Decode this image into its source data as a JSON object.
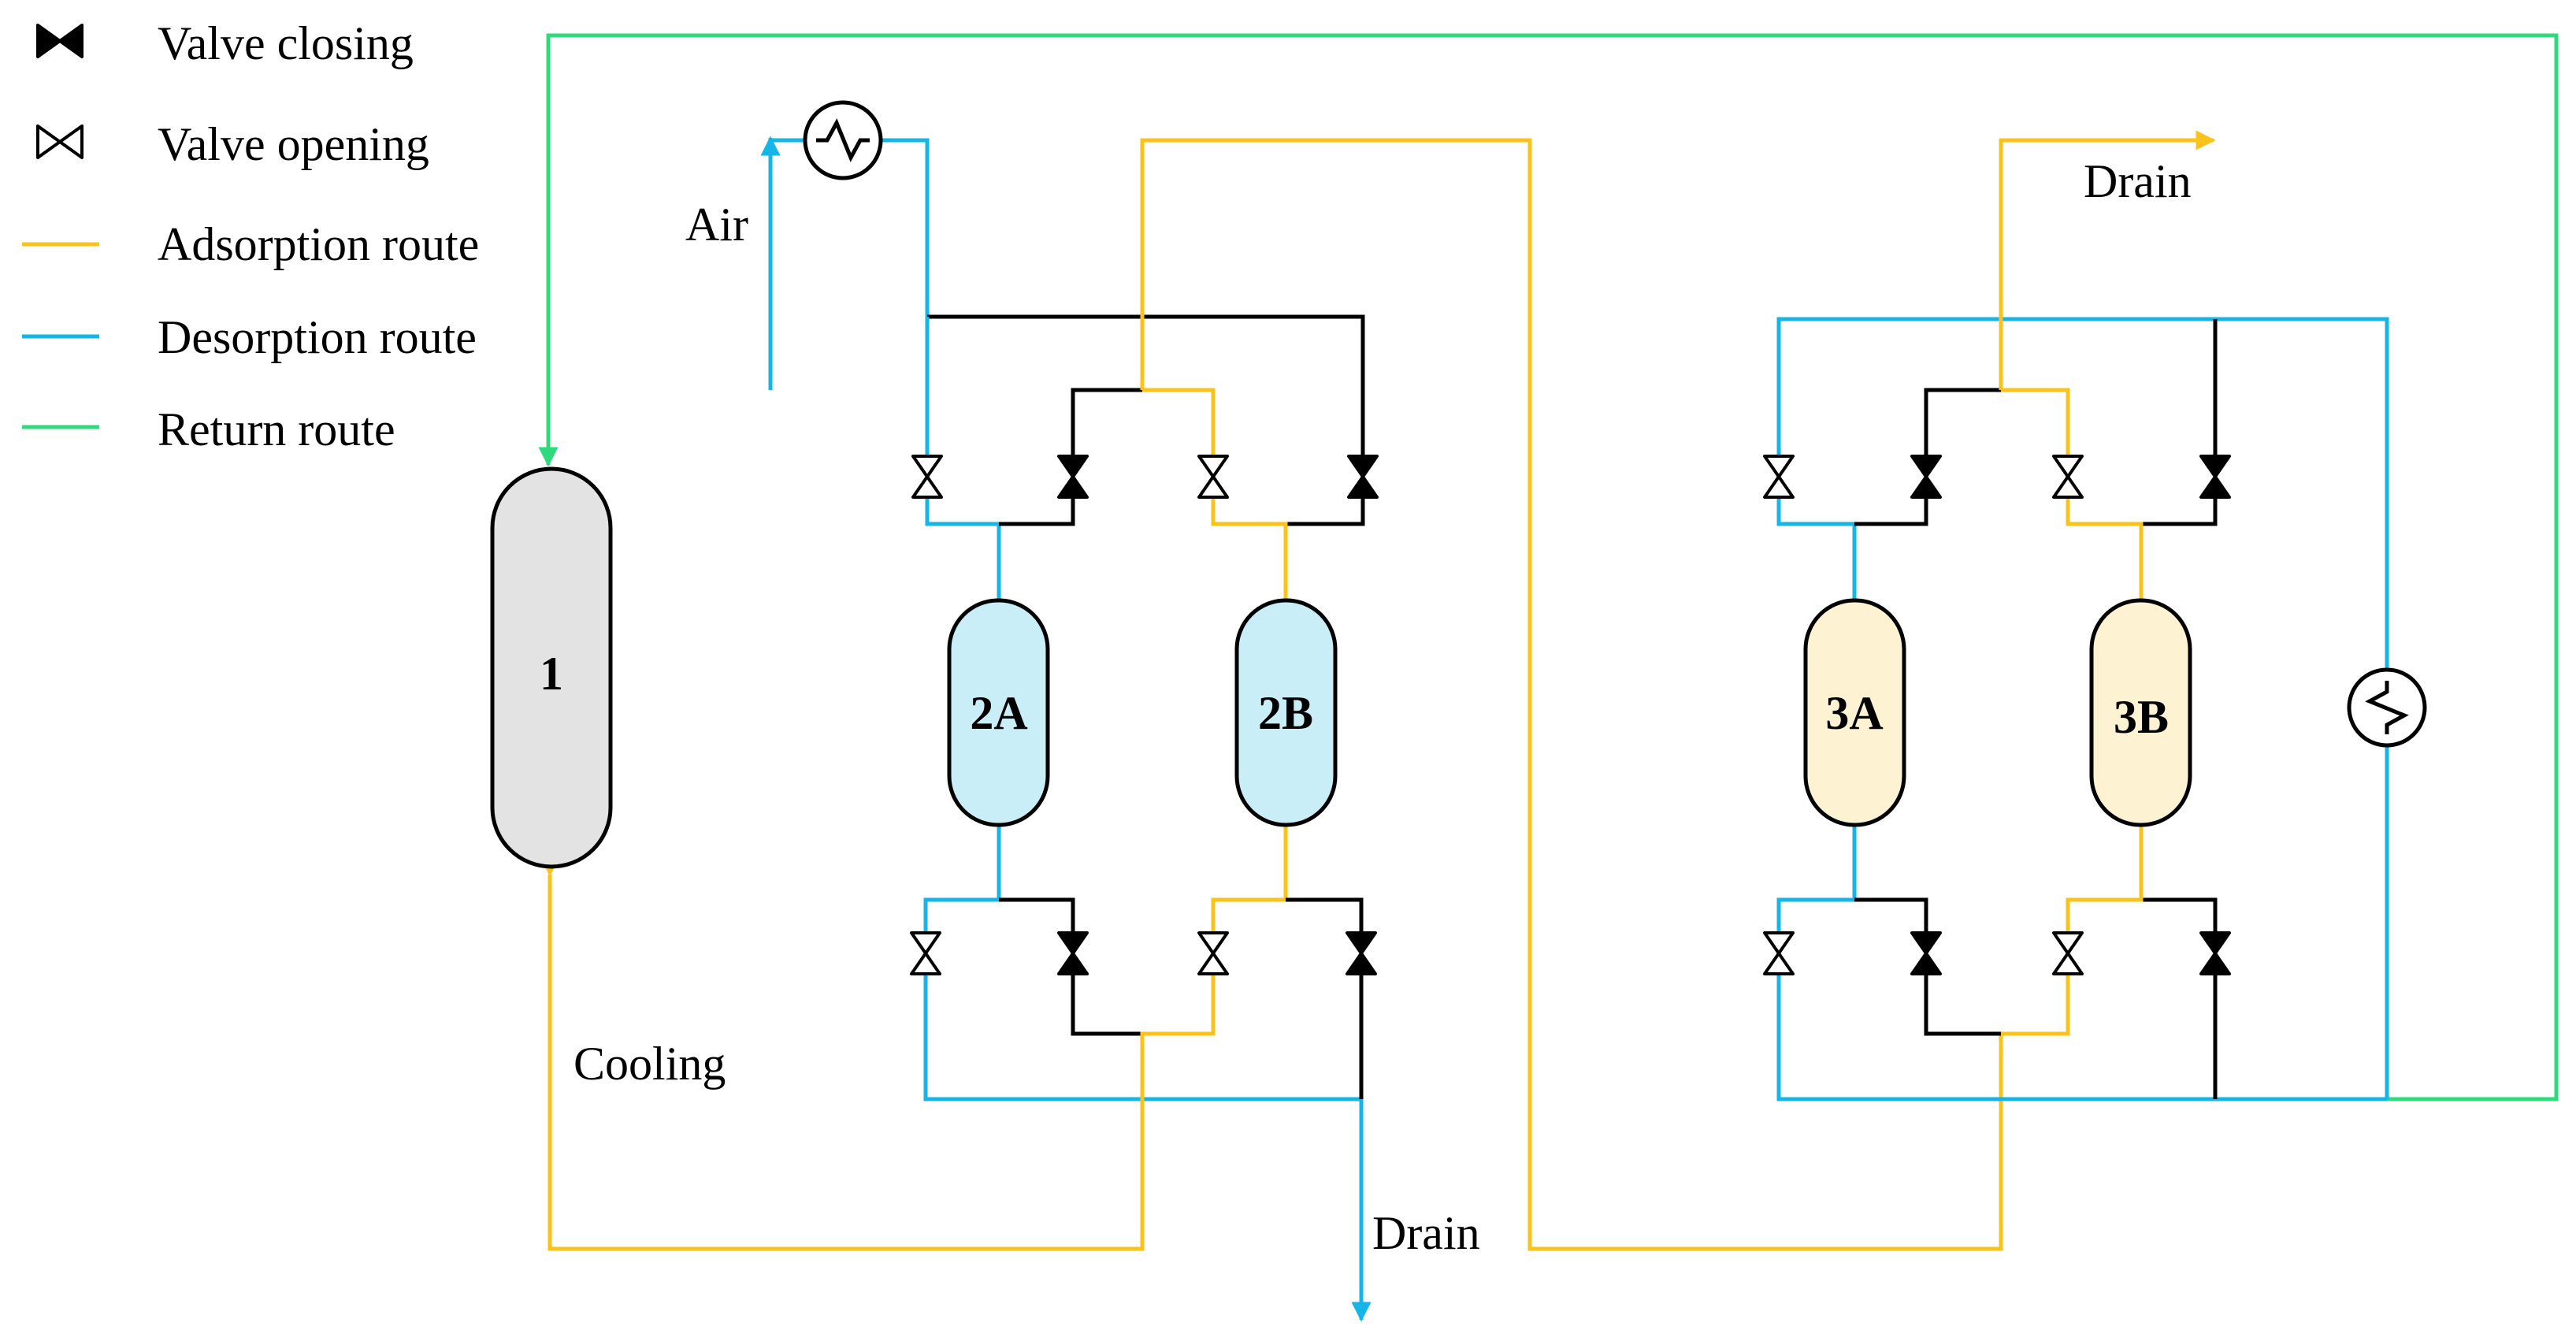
{
  "colors": {
    "adsorption": "#F9C31B",
    "desorption": "#15B5E8",
    "return": "#2EDB7C",
    "valve_line": "#000000",
    "vessel_1_fill": "#E3E3E3",
    "vessel_2_fill": "#C9EEF8",
    "vessel_3_fill": "#FDF3D3"
  },
  "legend": {
    "valve_closing": "Valve closing",
    "valve_opening": "Valve opening",
    "adsorption_route": "Adsorption route",
    "desorption_route": "Desorption route",
    "return_route": "Return route"
  },
  "labels": {
    "air": "Air",
    "cooling": "Cooling",
    "drain_bottom": "Drain",
    "drain_top": "Drain"
  },
  "vessels": {
    "v1": "1",
    "v2a": "2A",
    "v2b": "2B",
    "v3a": "3A",
    "v3b": "3B"
  },
  "icons": {
    "valve_closed": "bowtie-filled-icon",
    "valve_open": "bowtie-outline-icon",
    "heat_exchanger": "heat-exchanger-icon"
  }
}
